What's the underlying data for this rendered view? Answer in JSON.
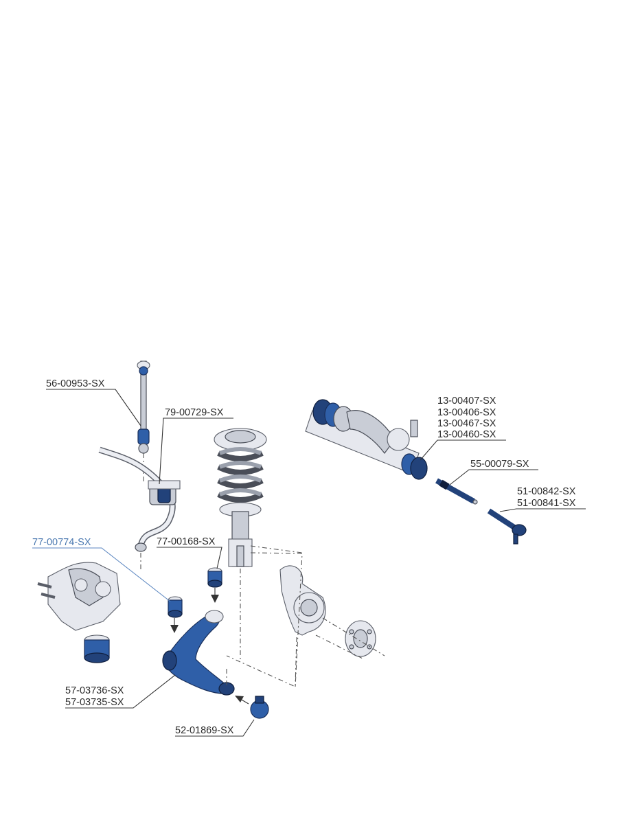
{
  "labels": {
    "stab_link": "56-00953-SX",
    "stab_bushing": "79-00729-SX",
    "steering_boot_1": "13-00407-SX",
    "steering_boot_2": "13-00406-SX",
    "steering_boot_3": "13-00467-SX",
    "steering_boot_4": "13-00460-SX",
    "axial_rod": "55-00079-SX",
    "tie_rod_end_1": "51-00842-SX",
    "tie_rod_end_2": "51-00841-SX",
    "subframe_bushing": "77-00774-SX",
    "arm_front_bushing": "77-00168-SX",
    "control_arm_1": "57-03736-SX",
    "control_arm_2": "57-03735-SX",
    "ball_joint": "52-01869-SX"
  },
  "colors": {
    "part_highlight": "#2f5fa8",
    "link_label": "#4a78b0",
    "line": "#333333"
  }
}
